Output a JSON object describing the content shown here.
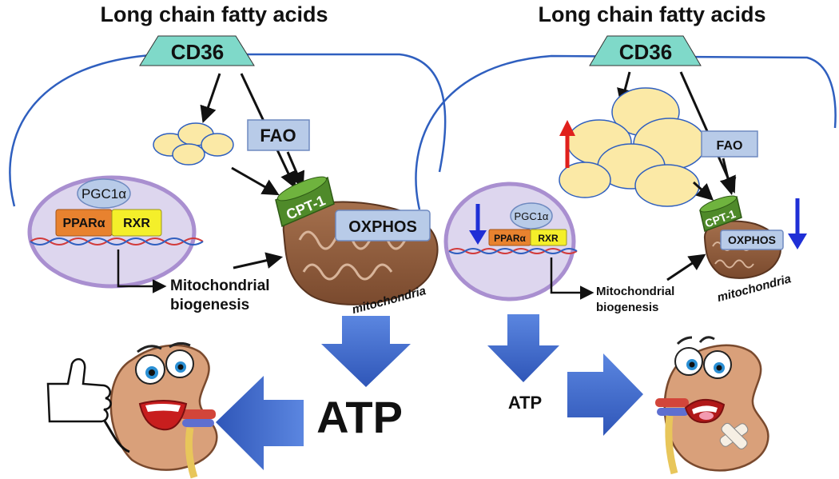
{
  "left_panel": {
    "title": "Long chain fatty acids",
    "transporter": "CD36",
    "fao": "FAO",
    "cpt": "CPT-1",
    "oxphos": "OXPHOS",
    "pgc": "PGC1α",
    "ppar": "PPARα",
    "rxr": "RXR",
    "biogenesis_line1": "Mitochondrial",
    "biogenesis_line2": "biogenesis",
    "mitochondria": "mitochondria",
    "atp": "ATP"
  },
  "right_panel": {
    "title": "Long chain fatty acids",
    "transporter": "CD36",
    "fao": "FAO",
    "cpt": "CPT-1",
    "oxphos": "OXPHOS",
    "pgc": "PGC1α",
    "ppar": "PPARα",
    "rxr": "RXR",
    "biogenesis_line1": "Mitochondrial",
    "biogenesis_line2": "biogenesis",
    "mitochondria": "mitochondria",
    "atp": "ATP"
  },
  "colors": {
    "cd36": "#7fd9c9",
    "fao_box": "#b8cbe8",
    "cpt": "#4f8a2a",
    "mito": "#8b5a3c",
    "nucleus": "#ddd6ee",
    "ppar": "#e8822f",
    "rxr": "#f4ef2a",
    "lipid": "#fbe9a6",
    "big_arrow": "#3f67c4",
    "up_arrow": "#e0201c",
    "down_arrow": "#1f2fd6"
  }
}
